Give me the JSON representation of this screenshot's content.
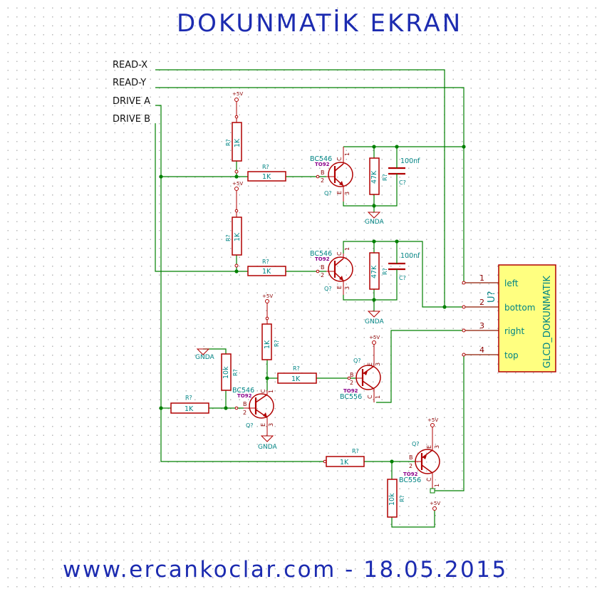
{
  "title": "DOKUNMATİK EKRAN",
  "footer": "www.ercankoclar.com - 18.05.2015",
  "signals": {
    "read_x": "READ-X",
    "read_y": "READ-Y",
    "drive_a": "DRIVE A",
    "drive_b": "DRIVE B"
  },
  "power": {
    "vcc": "+5V",
    "gnd": "GNDA"
  },
  "resistors": [
    {
      "ref": "R?",
      "value": "1K"
    },
    {
      "ref": "R?",
      "value": "1K"
    },
    {
      "ref": "R?",
      "value": "1K"
    },
    {
      "ref": "R?",
      "value": "1K"
    },
    {
      "ref": "R?",
      "value": "47K"
    },
    {
      "ref": "R?",
      "value": "47K"
    },
    {
      "ref": "R?",
      "value": "1K"
    },
    {
      "ref": "R?",
      "value": "10k"
    },
    {
      "ref": "R?",
      "value": "1K"
    },
    {
      "ref": "R?",
      "value": "1K"
    },
    {
      "ref": "R?",
      "value": "1K"
    },
    {
      "ref": "R?",
      "value": "10k"
    }
  ],
  "capacitors": [
    {
      "ref": "C?",
      "value": "100nf"
    },
    {
      "ref": "C?",
      "value": "100nf"
    }
  ],
  "transistors": [
    {
      "ref": "Q?",
      "part": "BC546",
      "package": "TO92"
    },
    {
      "ref": "Q?",
      "part": "BC546",
      "package": "TO92"
    },
    {
      "ref": "Q?",
      "part": "BC546",
      "package": "TO92"
    },
    {
      "ref": "Q?",
      "part": "BC556",
      "package": "TO92"
    },
    {
      "ref": "Q?",
      "part": "BC556",
      "package": "TO92"
    }
  ],
  "pin_letters": {
    "b": "B",
    "c": "C",
    "e": "E",
    "p1": "1",
    "p2": "2",
    "p3": "3"
  },
  "connector": {
    "ref": "U?",
    "name": "GLCD_DOKUNMATIK",
    "fill": "#ffff80",
    "pins": [
      {
        "num": "1",
        "name": "left"
      },
      {
        "num": "2",
        "name": "bottom"
      },
      {
        "num": "3",
        "name": "right"
      },
      {
        "num": "4",
        "name": "top"
      }
    ]
  },
  "colors": {
    "wire": "#008000",
    "component": "#b00000",
    "title": "#1c2bb0",
    "label": "#008484"
  }
}
